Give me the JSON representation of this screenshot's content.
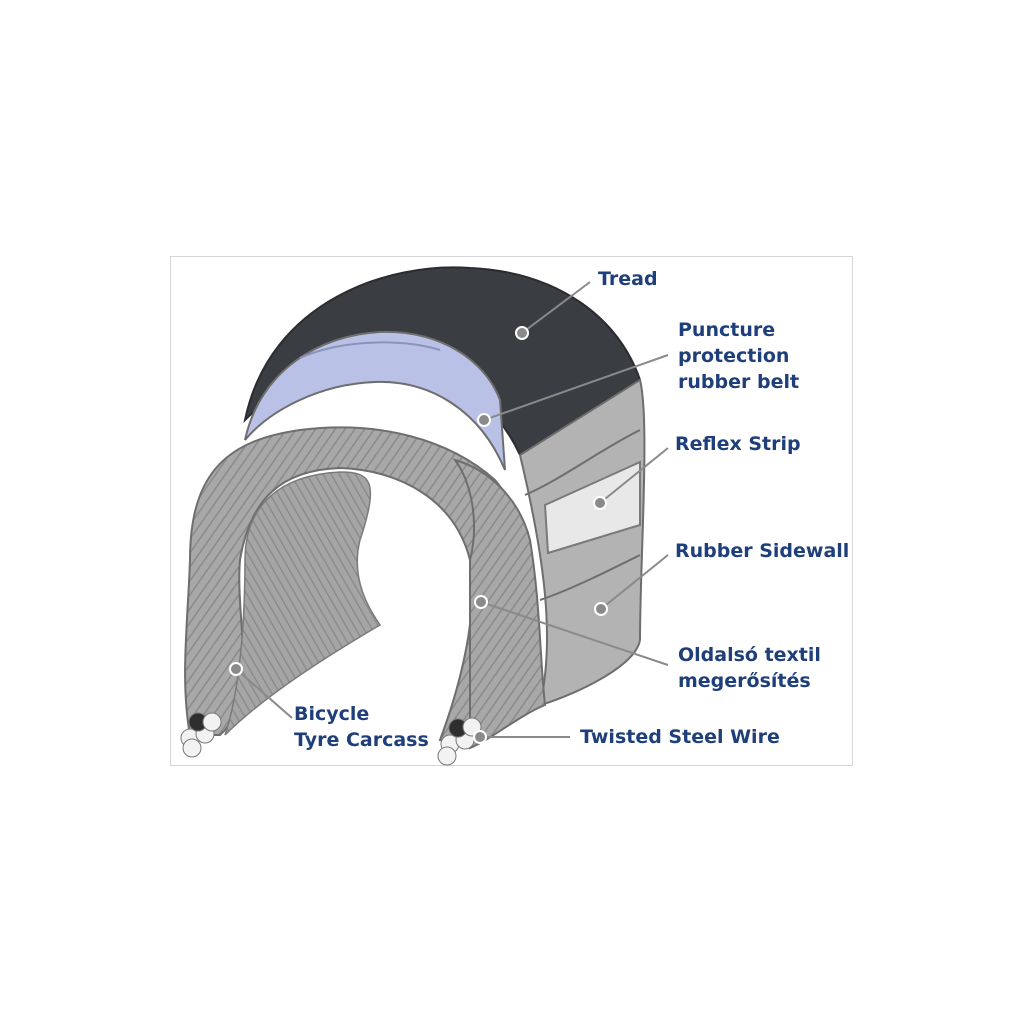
{
  "labels": {
    "tread": "Tread",
    "puncture": [
      "Puncture",
      "protection",
      "rubber belt"
    ],
    "reflex": "Reflex Strip",
    "sidewall": "Rubber Sidewall",
    "oldalso": [
      "Oldalsó textil",
      "megerősítés"
    ],
    "carcass": [
      "Bicycle",
      "Tyre Carcass"
    ],
    "wire": "Twisted Steel Wire"
  },
  "colors": {
    "label_text": "#1f3f7a",
    "tread": "#3a3d42",
    "belt": "#b9c2e6",
    "casing": "#9a9a9a",
    "reflex": "#e8e8e8"
  }
}
